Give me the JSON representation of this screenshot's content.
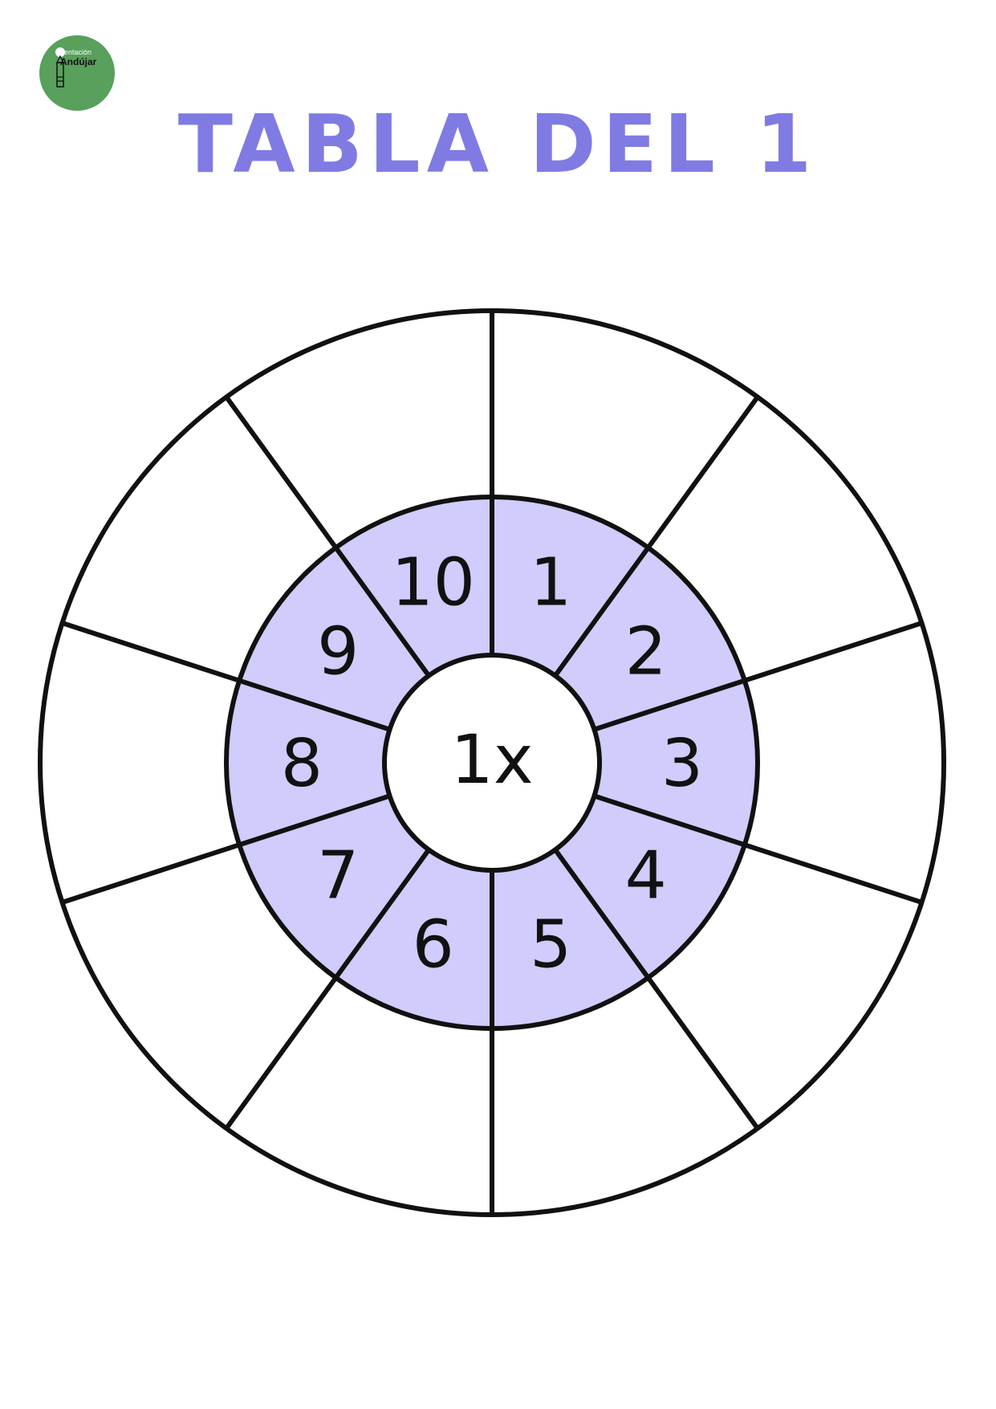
{
  "logo": {
    "line1": "rientación",
    "line2": "Andújar"
  },
  "title": "TABLA DEL 1",
  "wheel": {
    "center": "1x",
    "numbers": [
      "1",
      "2",
      "3",
      "4",
      "5",
      "6",
      "7",
      "8",
      "9",
      "10"
    ]
  },
  "colors": {
    "title": "#7f7be3",
    "inner_ring": "#d0ccfb",
    "logo_bg": "#58a05c",
    "outline": "#111111"
  }
}
